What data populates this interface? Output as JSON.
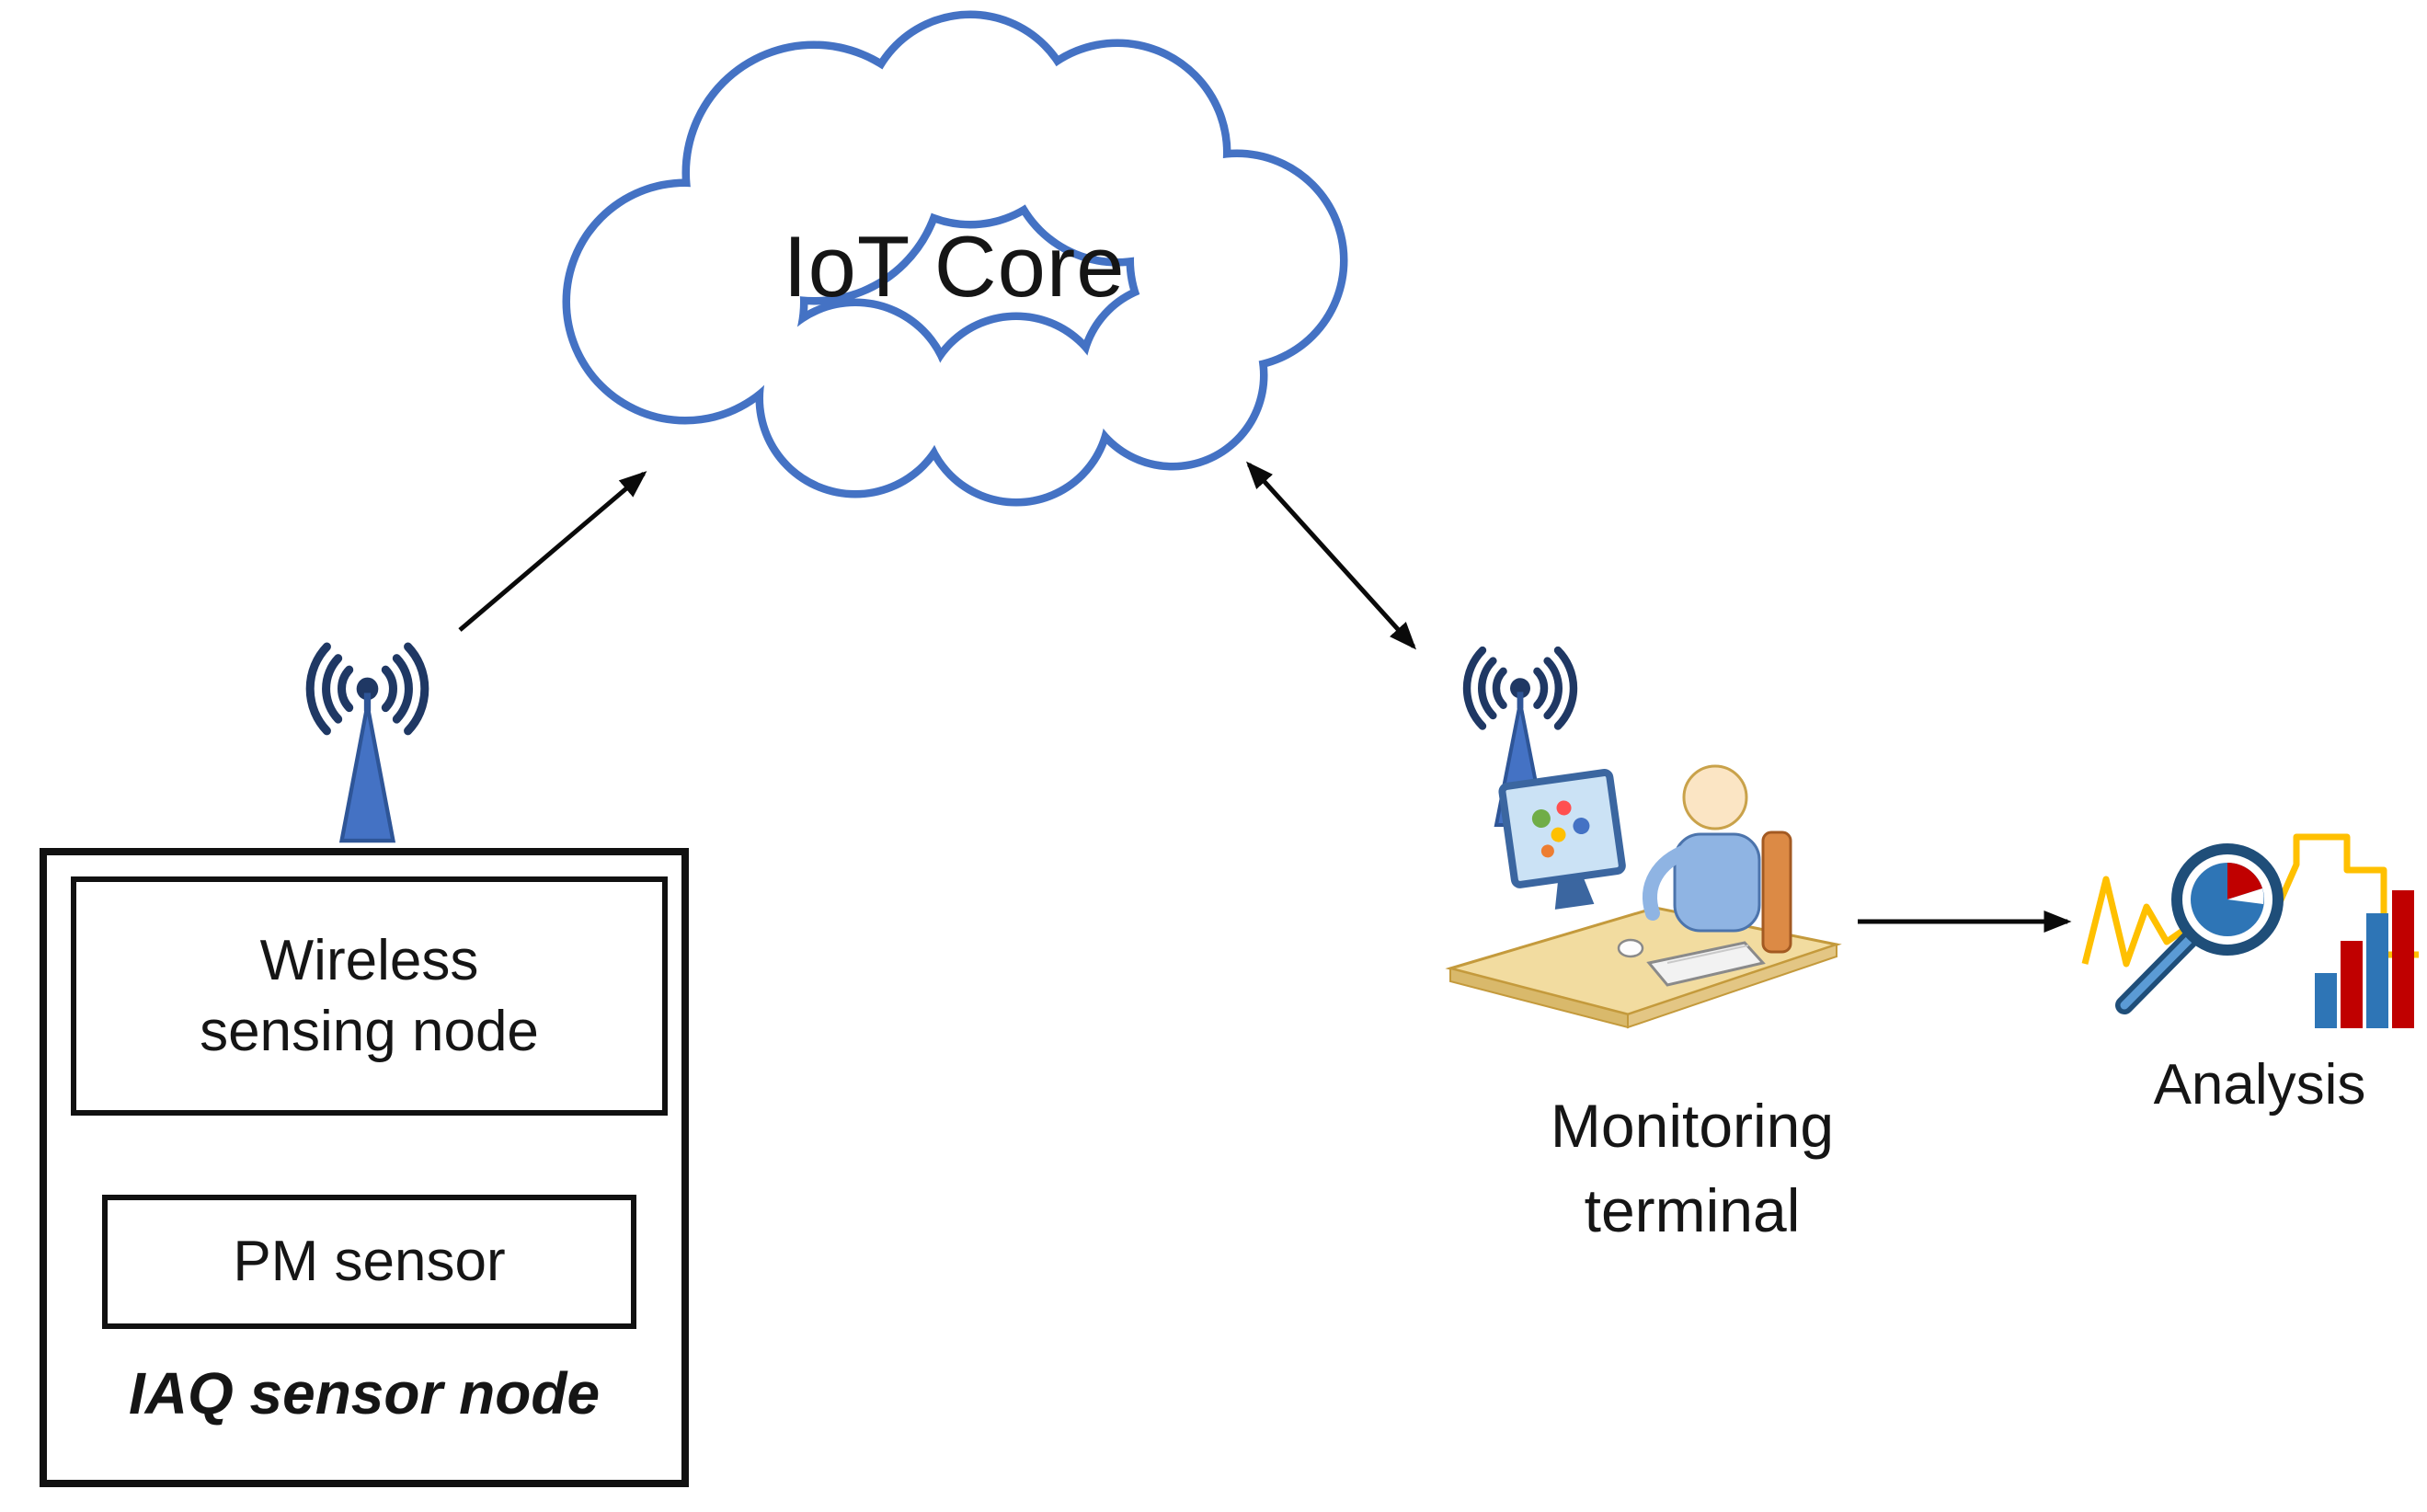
{
  "diagram": {
    "cloud": {
      "label": "IoT Core"
    },
    "iaq_node": {
      "label": "IAQ sensor node",
      "wireless_box": {
        "lines": [
          "Wireless",
          "sensing node"
        ]
      },
      "pm_box": {
        "label": "PM sensor"
      }
    },
    "monitoring_terminal": {
      "lines": [
        "Monitoring",
        "terminal"
      ]
    },
    "analysis": {
      "label": "Analysis"
    },
    "icons": {
      "cloud": "cloud-icon",
      "left_antenna": "wireless-antenna-icon",
      "right_antenna": "wireless-antenna-icon",
      "monitoring_terminal": "person-at-computer-icon",
      "analysis": "magnifier-with-charts-icon"
    },
    "colors": {
      "cloud_stroke": "#4472C4",
      "antenna_blue": "#4472C4",
      "wave_navy": "#1F3864",
      "arrow_black": "#0A0A0A",
      "line_yellow": "#FFC000",
      "bar_red": "#C00000",
      "bar_blue": "#2E75B6"
    }
  }
}
